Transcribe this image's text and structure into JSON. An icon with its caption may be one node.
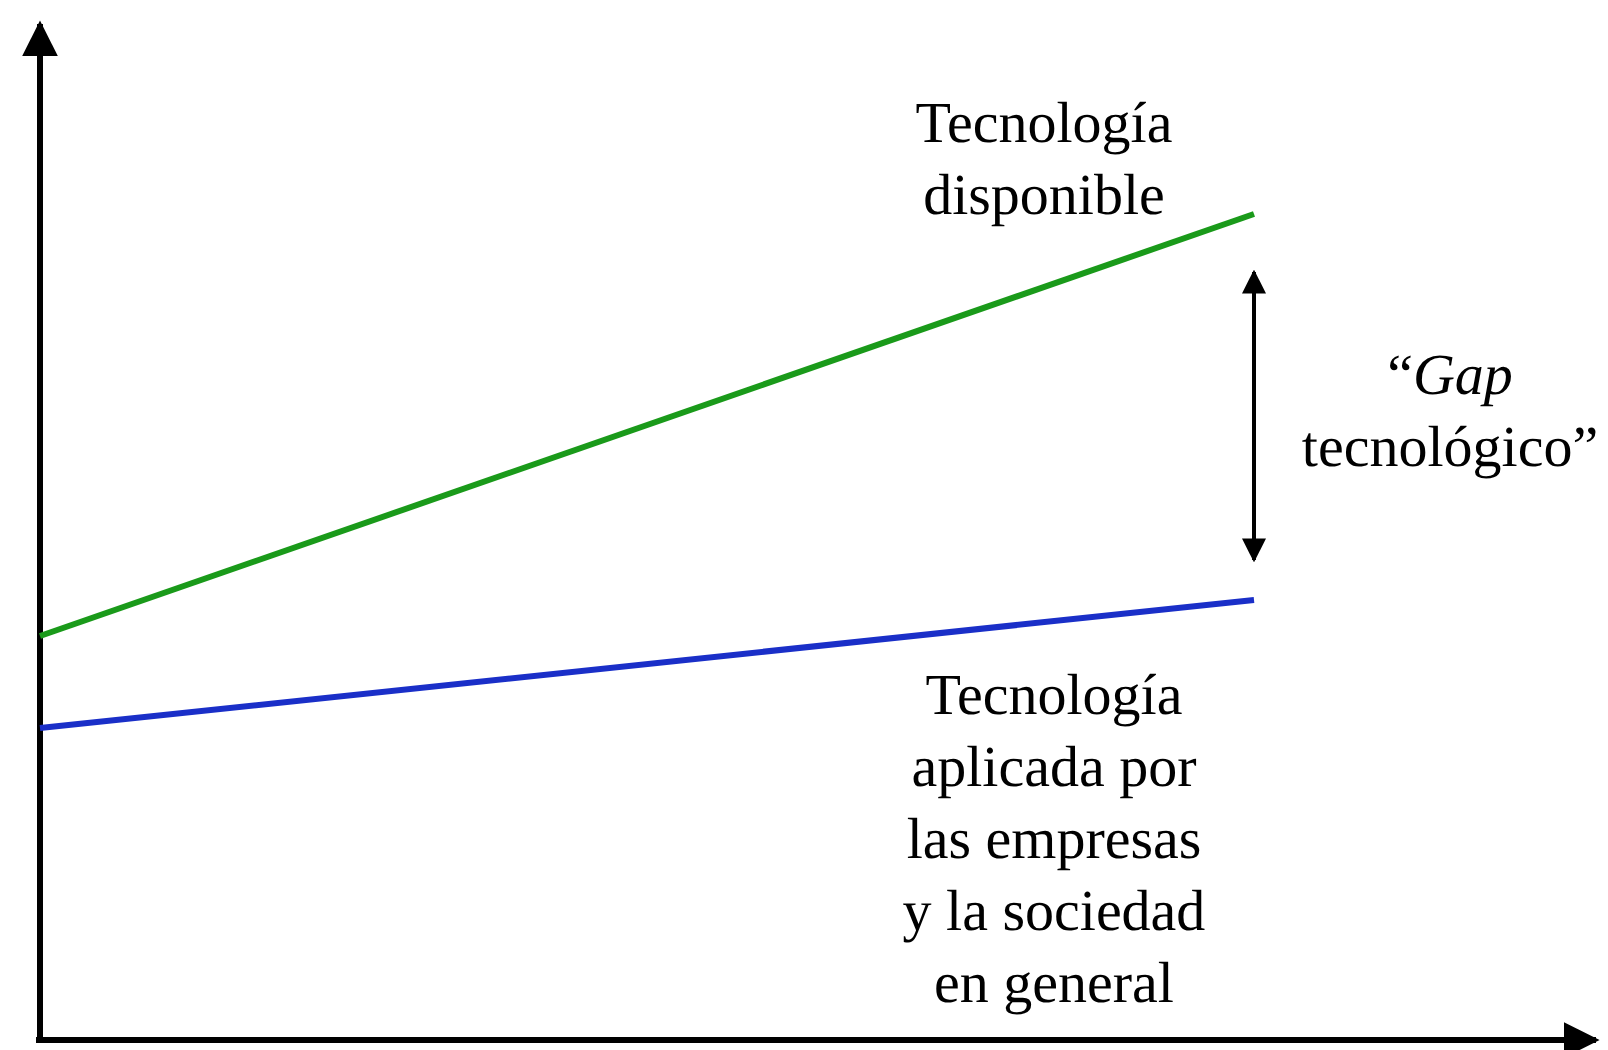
{
  "diagram": {
    "labels": [
      "Tecnología disponible",
      "“*Gap* tecnológico”",
      "Tecnología aplicada por las empresas y la sociedad en general"
    ]
  }
}
